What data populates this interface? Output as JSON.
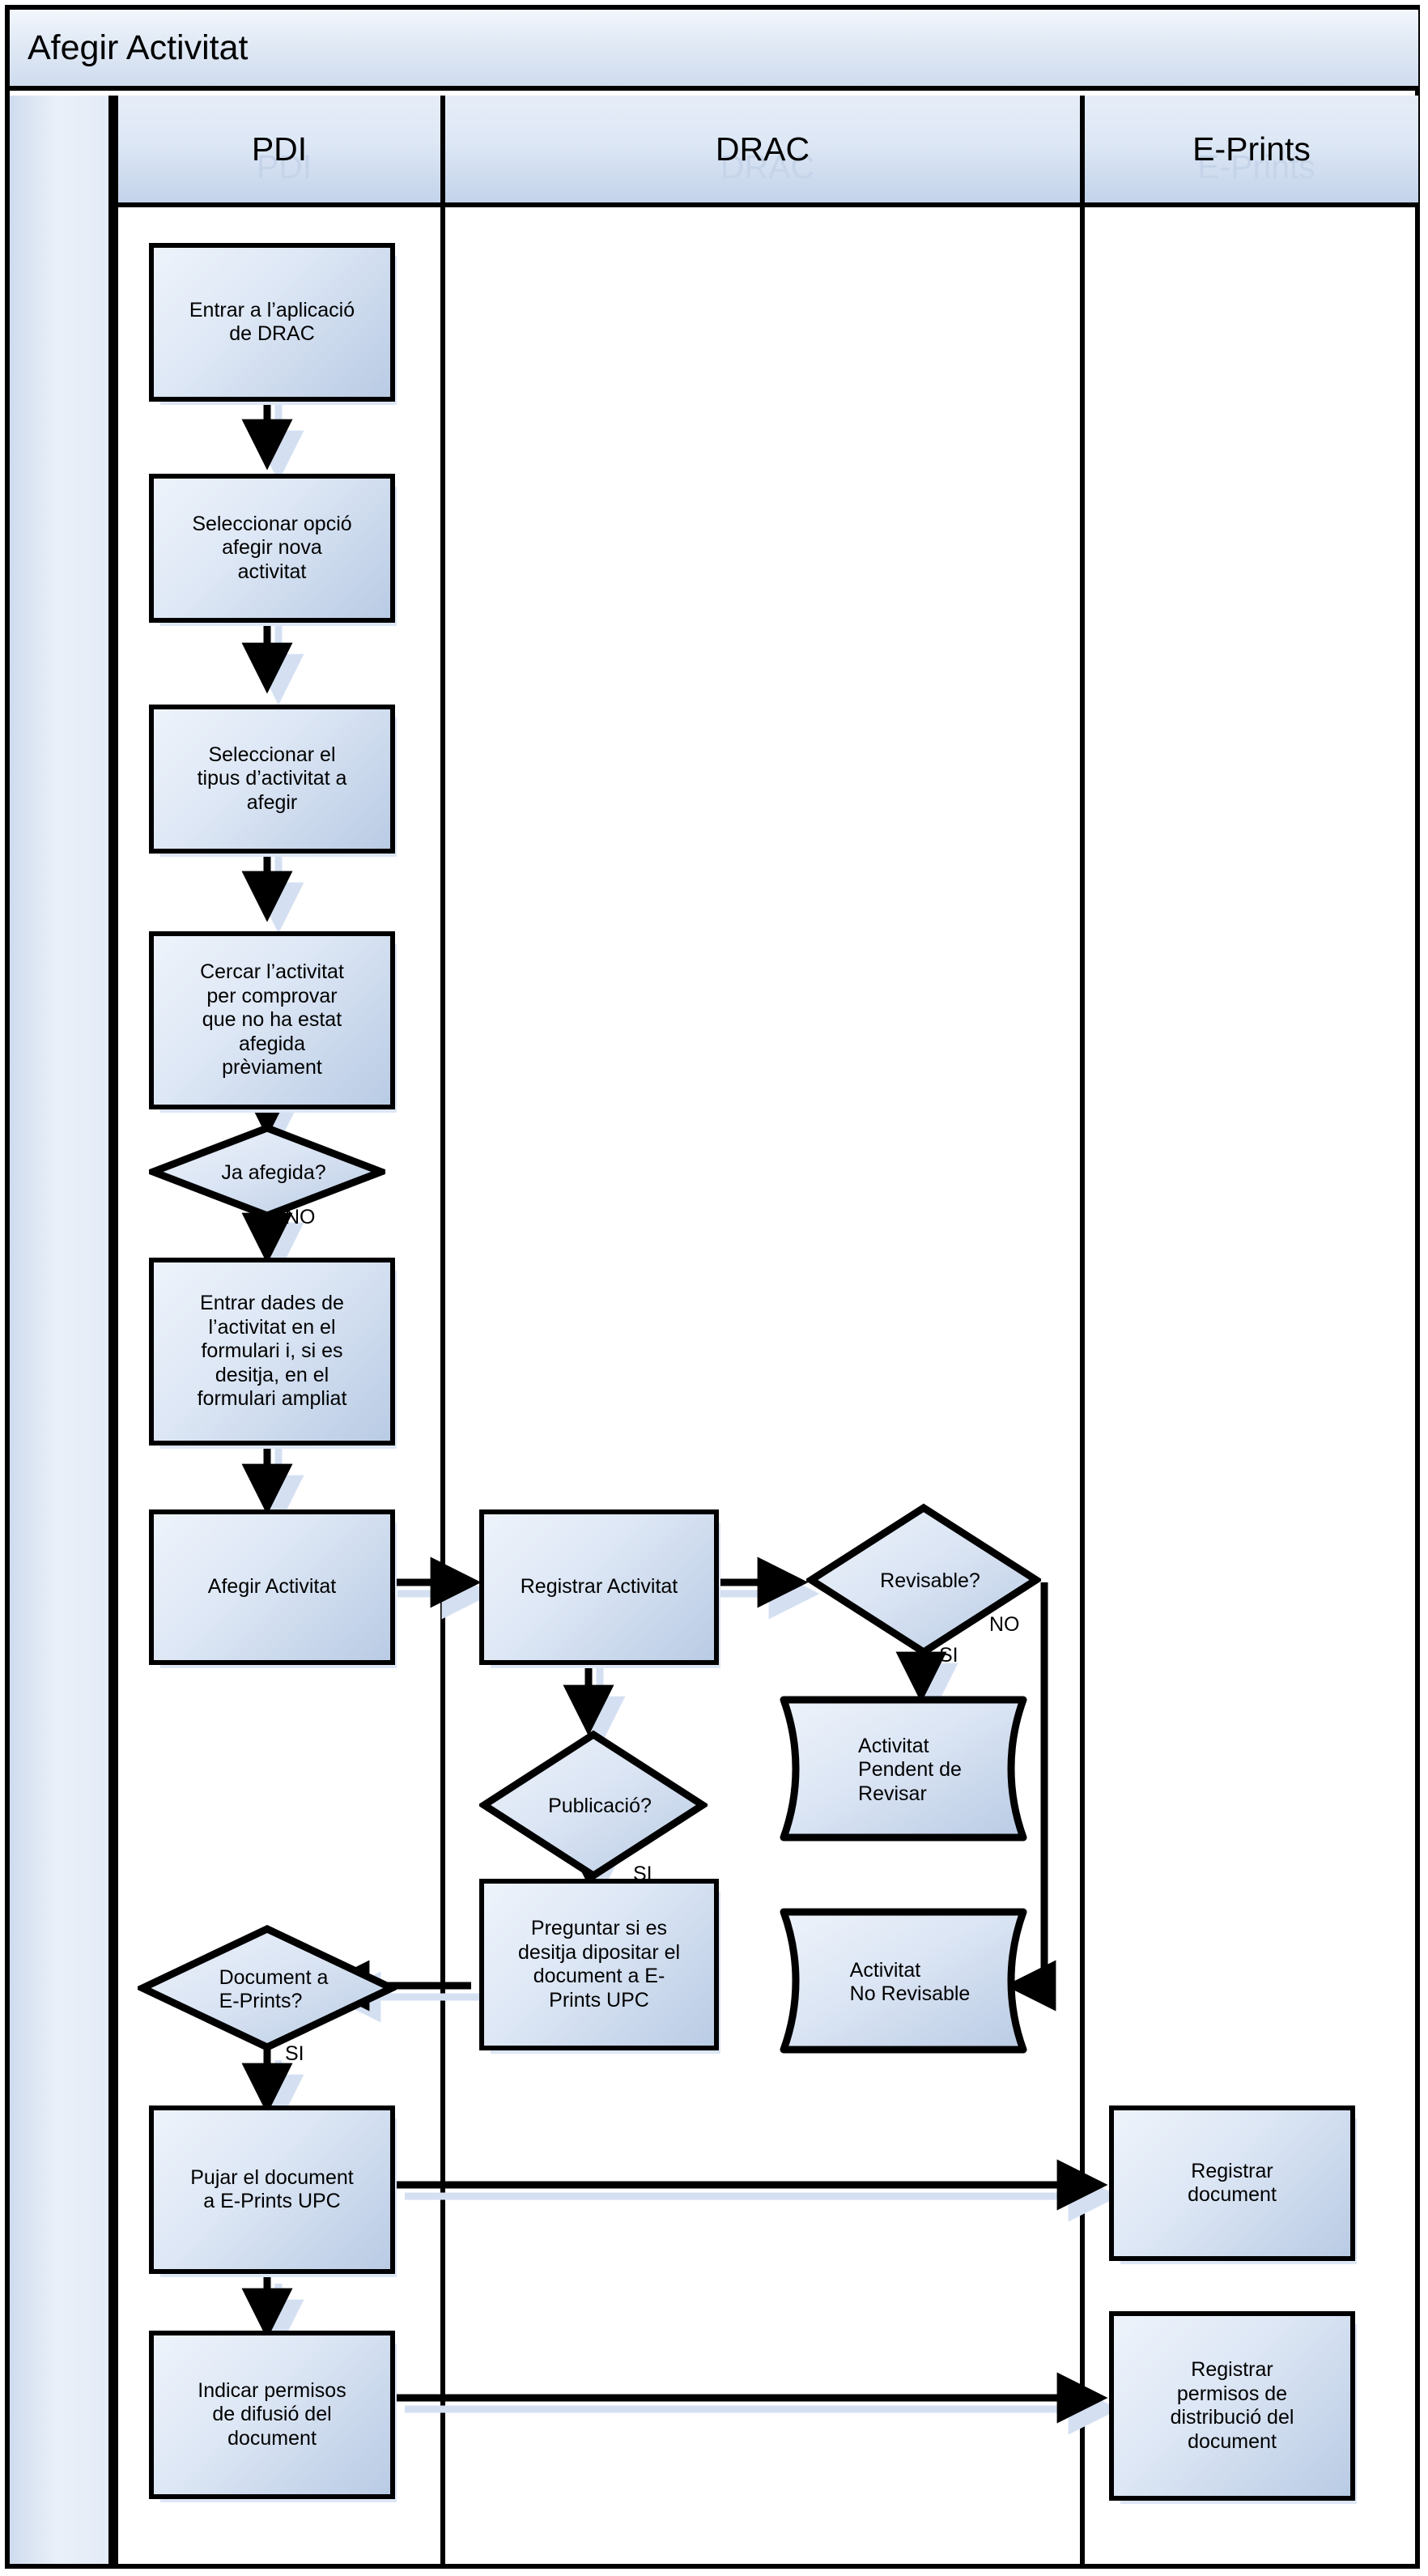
{
  "diagram": {
    "title": "Afegir Activitat",
    "type": "swimlane-flowchart",
    "colors": {
      "shape_fill_light": "#eef3fb",
      "shape_fill_mid": "#dde7f5",
      "shape_fill_dark": "#b9cbe4",
      "outline": "#000000",
      "shadow": "#dde6f5",
      "lane_header_fill": "#dde7f5",
      "title_bar_fill": "#e3ebf6",
      "ghost_text": "#c5d4e9"
    }
  },
  "lanes": [
    {
      "id": "pdi",
      "label": "PDI"
    },
    {
      "id": "drac",
      "label": "DRAC"
    },
    {
      "id": "eprints",
      "label": "E-Prints"
    }
  ],
  "nodes": [
    {
      "id": "n1",
      "lane": "pdi",
      "shape": "process",
      "label": "Entrar a l’aplicació\nde DRAC"
    },
    {
      "id": "n2",
      "lane": "pdi",
      "shape": "process",
      "label": "Seleccionar opció\nafegir nova\nactivitat"
    },
    {
      "id": "n3",
      "lane": "pdi",
      "shape": "process",
      "label": "Seleccionar el\ntipus d’activitat a\nafegir"
    },
    {
      "id": "n4",
      "lane": "pdi",
      "shape": "process",
      "label": "Cercar l’activitat\nper comprovar\nque no ha estat\nafegida\nprèviament"
    },
    {
      "id": "n5",
      "lane": "pdi",
      "shape": "decision",
      "label": "Ja afegida?"
    },
    {
      "id": "n6",
      "lane": "pdi",
      "shape": "process",
      "label": "Entrar dades de\nl’activitat en el\nformulari i, si es\ndesitja, en el\nformulari ampliat"
    },
    {
      "id": "n7",
      "lane": "pdi",
      "shape": "process",
      "label": "Afegir Activitat"
    },
    {
      "id": "n8",
      "lane": "drac",
      "shape": "process",
      "label": "Registrar Activitat"
    },
    {
      "id": "n9",
      "lane": "drac",
      "shape": "decision",
      "label": "Revisable?"
    },
    {
      "id": "n10",
      "lane": "drac",
      "shape": "decision",
      "label": "Publicació?"
    },
    {
      "id": "n11",
      "lane": "drac",
      "shape": "document",
      "label": "Activitat\nPendent de\nRevisar"
    },
    {
      "id": "n12",
      "lane": "drac",
      "shape": "process",
      "label": "Preguntar si es\ndesitja dipositar el\ndocument a E-\nPrints UPC"
    },
    {
      "id": "n13",
      "lane": "drac",
      "shape": "document",
      "label": "Activitat\nNo Revisable"
    },
    {
      "id": "n14",
      "lane": "pdi",
      "shape": "decision",
      "label": "Document a\nE-Prints?"
    },
    {
      "id": "n15",
      "lane": "pdi",
      "shape": "process",
      "label": "Pujar el document\na E-Prints UPC"
    },
    {
      "id": "n16",
      "lane": "eprints",
      "shape": "process",
      "label": "Registrar\ndocument"
    },
    {
      "id": "n17",
      "lane": "pdi",
      "shape": "process",
      "label": "Indicar permisos\nde difusió del\ndocument"
    },
    {
      "id": "n18",
      "lane": "eprints",
      "shape": "process",
      "label": "Registrar\npermisos de\ndistribució del\ndocument"
    }
  ],
  "edges": [
    {
      "from": "n1",
      "to": "n2",
      "label": ""
    },
    {
      "from": "n2",
      "to": "n3",
      "label": ""
    },
    {
      "from": "n3",
      "to": "n4",
      "label": ""
    },
    {
      "from": "n4",
      "to": "n5",
      "label": ""
    },
    {
      "from": "n5",
      "to": "n6",
      "label": "NO"
    },
    {
      "from": "n6",
      "to": "n7",
      "label": ""
    },
    {
      "from": "n7",
      "to": "n8",
      "label": ""
    },
    {
      "from": "n8",
      "to": "n9",
      "label": ""
    },
    {
      "from": "n8",
      "to": "n10",
      "label": ""
    },
    {
      "from": "n9",
      "to": "n11",
      "label": "SI"
    },
    {
      "from": "n9",
      "to": "n13",
      "label": "NO"
    },
    {
      "from": "n10",
      "to": "n12",
      "label": "SI"
    },
    {
      "from": "n12",
      "to": "n14",
      "label": ""
    },
    {
      "from": "n14",
      "to": "n15",
      "label": "SI"
    },
    {
      "from": "n15",
      "to": "n16",
      "label": ""
    },
    {
      "from": "n15",
      "to": "n17",
      "label": ""
    },
    {
      "from": "n17",
      "to": "n18",
      "label": ""
    }
  ],
  "edge_labels": [
    {
      "id": "el_no_ja",
      "text": "NO"
    },
    {
      "id": "el_si_revisable",
      "text": "SI"
    },
    {
      "id": "el_no_revisable",
      "text": "NO"
    },
    {
      "id": "el_si_publicacio",
      "text": "SI"
    },
    {
      "id": "el_si_eprints",
      "text": "SI"
    }
  ]
}
